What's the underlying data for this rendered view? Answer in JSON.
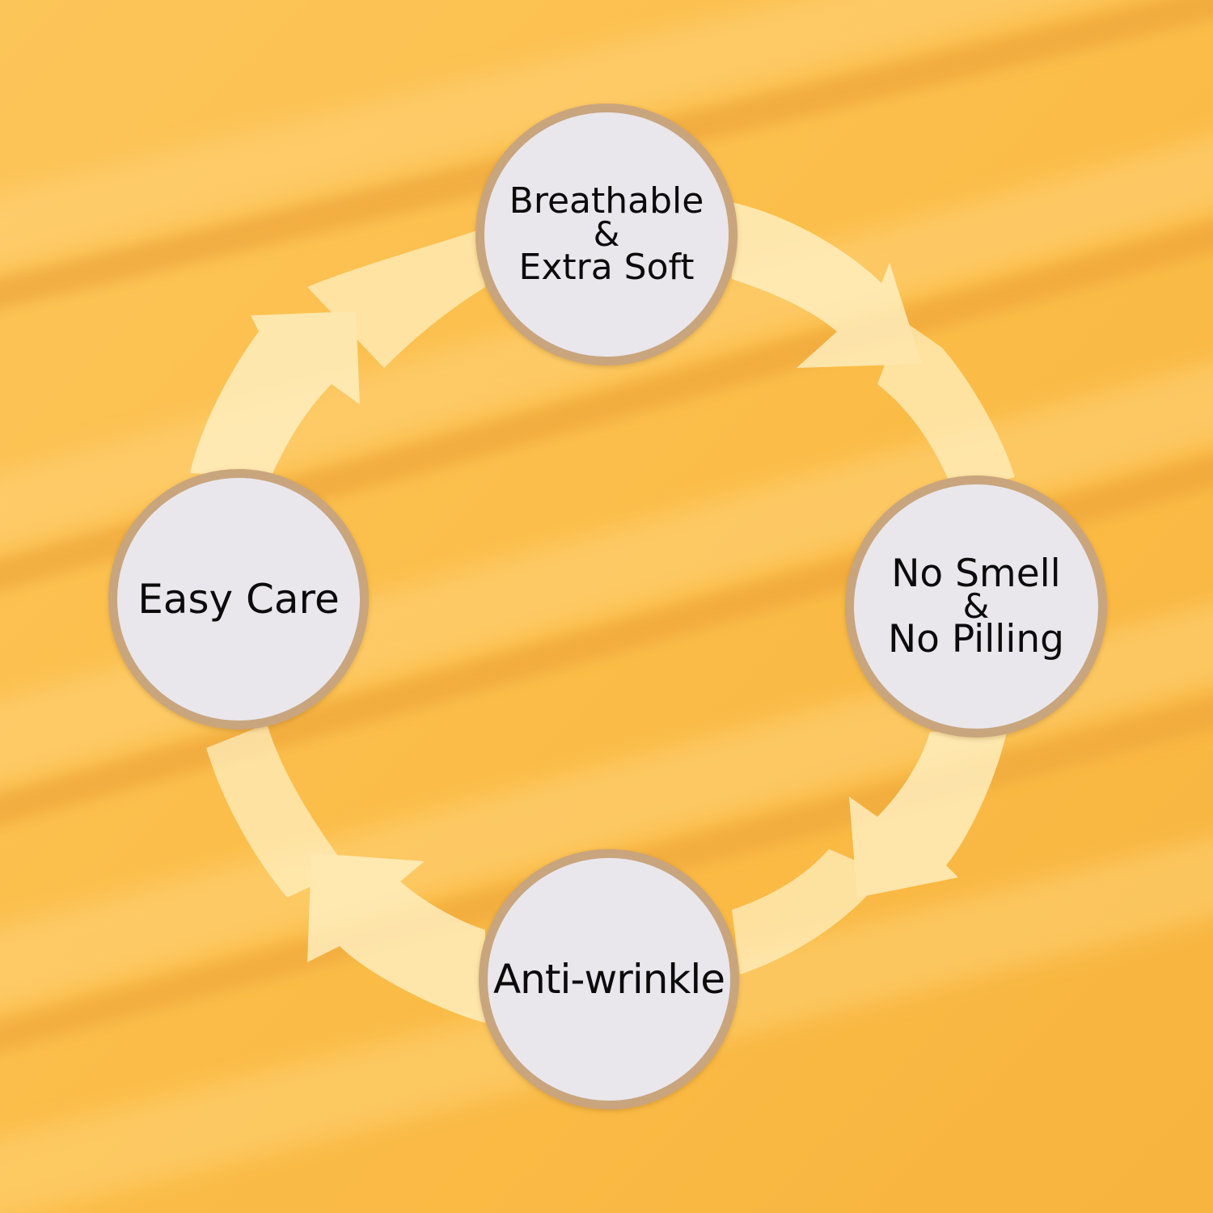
{
  "background": {
    "base_color": "#fbbf4c",
    "fold_highlight_color": "#ffd47a",
    "fold_shadow_color": "#f0a533"
  },
  "cycle": {
    "arrow_color": "#fff2c8",
    "badge_fill": "#e9e7ec",
    "badge_ring": "#c9a57e",
    "text_color": "#0b0b0b",
    "features": [
      {
        "id": "breathable",
        "lines": [
          "Breathable",
          "&",
          "Extra Soft"
        ]
      },
      {
        "id": "nosmell",
        "lines": [
          "No Smell",
          "&",
          "No Pilling"
        ]
      },
      {
        "id": "antiwrinkle",
        "lines": [
          "Anti-wrinkle"
        ]
      },
      {
        "id": "easycare",
        "lines": [
          "Easy Care"
        ]
      }
    ]
  }
}
